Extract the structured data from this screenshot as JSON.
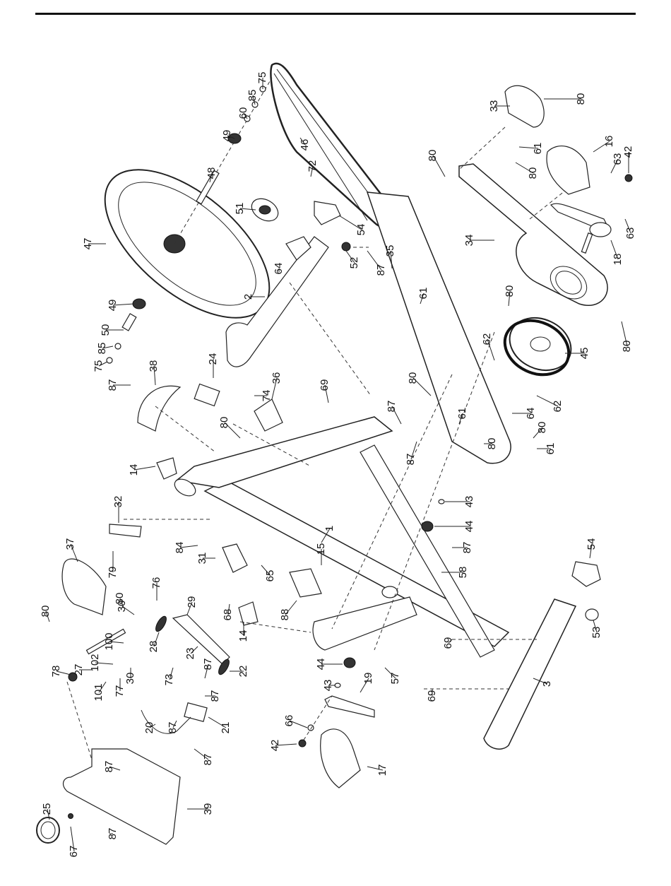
{
  "page": {
    "title": "Exploded parts diagram",
    "orientation": "rotated 90 degrees clockwise"
  },
  "callouts": [
    {
      "id": "c-75a",
      "label": "75"
    },
    {
      "id": "c-85a",
      "label": "85"
    },
    {
      "id": "c-60",
      "label": "60"
    },
    {
      "id": "c-49a",
      "label": "49"
    },
    {
      "id": "c-48",
      "label": "48"
    },
    {
      "id": "c-46",
      "label": "46"
    },
    {
      "id": "c-72",
      "label": "72"
    },
    {
      "id": "c-51",
      "label": "51"
    },
    {
      "id": "c-47",
      "label": "47"
    },
    {
      "id": "c-64a",
      "label": "64"
    },
    {
      "id": "c-54a",
      "label": "54"
    },
    {
      "id": "c-52",
      "label": "52"
    },
    {
      "id": "c-87a",
      "label": "87"
    },
    {
      "id": "c-2",
      "label": "2"
    },
    {
      "id": "c-49b",
      "label": "49"
    },
    {
      "id": "c-50",
      "label": "50"
    },
    {
      "id": "c-85b",
      "label": "85"
    },
    {
      "id": "c-75b",
      "label": "75"
    },
    {
      "id": "c-87b",
      "label": "87"
    },
    {
      "id": "c-38",
      "label": "38"
    },
    {
      "id": "c-24",
      "label": "24"
    },
    {
      "id": "c-74",
      "label": "74"
    },
    {
      "id": "c-36",
      "label": "36"
    },
    {
      "id": "c-80a",
      "label": "80"
    },
    {
      "id": "c-14a",
      "label": "14"
    },
    {
      "id": "c-33",
      "label": "33"
    },
    {
      "id": "c-80b",
      "label": "80"
    },
    {
      "id": "c-80c",
      "label": "80"
    },
    {
      "id": "c-61a",
      "label": "61"
    },
    {
      "id": "c-80d",
      "label": "80"
    },
    {
      "id": "c-16",
      "label": "16"
    },
    {
      "id": "c-42a",
      "label": "42"
    },
    {
      "id": "c-63a",
      "label": "63"
    },
    {
      "id": "c-63b",
      "label": "63"
    },
    {
      "id": "c-34",
      "label": "34"
    },
    {
      "id": "c-18",
      "label": "18"
    },
    {
      "id": "c-80e",
      "label": "80"
    },
    {
      "id": "c-80f",
      "label": "80"
    },
    {
      "id": "c-61b",
      "label": "61"
    },
    {
      "id": "c-35",
      "label": "35"
    },
    {
      "id": "c-62a",
      "label": "62"
    },
    {
      "id": "c-45",
      "label": "45"
    },
    {
      "id": "c-62b",
      "label": "62"
    },
    {
      "id": "c-69a",
      "label": "69"
    },
    {
      "id": "c-87c",
      "label": "87"
    },
    {
      "id": "c-80g",
      "label": "80"
    },
    {
      "id": "c-64b",
      "label": "64"
    },
    {
      "id": "c-61c",
      "label": "61"
    },
    {
      "id": "c-87d",
      "label": "87"
    },
    {
      "id": "c-80h",
      "label": "80"
    },
    {
      "id": "c-80i",
      "label": "80"
    },
    {
      "id": "c-61d",
      "label": "61"
    },
    {
      "id": "c-43a",
      "label": "43"
    },
    {
      "id": "c-44a",
      "label": "44"
    },
    {
      "id": "c-87e",
      "label": "87"
    },
    {
      "id": "c-1",
      "label": "1"
    },
    {
      "id": "c-32",
      "label": "32"
    },
    {
      "id": "c-84",
      "label": "84"
    },
    {
      "id": "c-37",
      "label": "37"
    },
    {
      "id": "c-79",
      "label": "79"
    },
    {
      "id": "c-80j",
      "label": "80"
    },
    {
      "id": "c-80k",
      "label": "80"
    },
    {
      "id": "c-31",
      "label": "31"
    },
    {
      "id": "c-65",
      "label": "65"
    },
    {
      "id": "c-15",
      "label": "15"
    },
    {
      "id": "c-88",
      "label": "88"
    },
    {
      "id": "c-58",
      "label": "58"
    },
    {
      "id": "c-54b",
      "label": "54"
    },
    {
      "id": "c-53",
      "label": "53"
    },
    {
      "id": "c-76",
      "label": "76"
    },
    {
      "id": "c-30a",
      "label": "30"
    },
    {
      "id": "c-29",
      "label": "29"
    },
    {
      "id": "c-68",
      "label": "68"
    },
    {
      "id": "c-14b",
      "label": "14"
    },
    {
      "id": "c-100",
      "label": "100"
    },
    {
      "id": "c-28",
      "label": "28"
    },
    {
      "id": "c-23",
      "label": "23"
    },
    {
      "id": "c-102",
      "label": "102"
    },
    {
      "id": "c-27",
      "label": "27"
    },
    {
      "id": "c-78",
      "label": "78"
    },
    {
      "id": "c-101",
      "label": "101"
    },
    {
      "id": "c-77",
      "label": "77"
    },
    {
      "id": "c-30b",
      "label": "30"
    },
    {
      "id": "c-73",
      "label": "73"
    },
    {
      "id": "c-87f",
      "label": "87"
    },
    {
      "id": "c-22",
      "label": "22"
    },
    {
      "id": "c-87g",
      "label": "87"
    },
    {
      "id": "c-21",
      "label": "21"
    },
    {
      "id": "c-20",
      "label": "20"
    },
    {
      "id": "c-87h",
      "label": "87"
    },
    {
      "id": "c-87i",
      "label": "87"
    },
    {
      "id": "c-44b",
      "label": "44"
    },
    {
      "id": "c-43b",
      "label": "43"
    },
    {
      "id": "c-57",
      "label": "57"
    },
    {
      "id": "c-69b",
      "label": "69"
    },
    {
      "id": "c-69c",
      "label": "69"
    },
    {
      "id": "c-3",
      "label": "3"
    },
    {
      "id": "c-19",
      "label": "19"
    },
    {
      "id": "c-66",
      "label": "66"
    },
    {
      "id": "c-42b",
      "label": "42"
    },
    {
      "id": "c-17",
      "label": "17"
    },
    {
      "id": "c-25",
      "label": "25"
    },
    {
      "id": "c-67",
      "label": "67"
    },
    {
      "id": "c-87j",
      "label": "87"
    },
    {
      "id": "c-39",
      "label": "39"
    },
    {
      "id": "c-87k",
      "label": "87"
    }
  ]
}
